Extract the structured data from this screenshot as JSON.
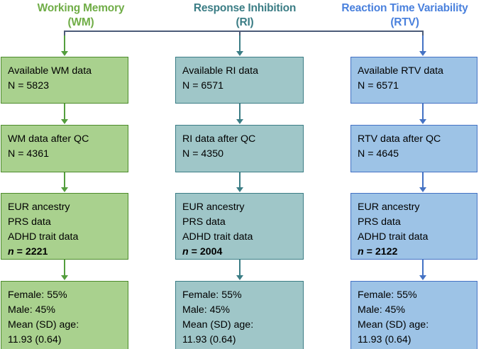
{
  "figure": {
    "type": "flowchart",
    "columns": [
      {
        "id": "wm",
        "title_line1": "Working Memory",
        "title_line2": "(WM)",
        "title_color": "#70AD47",
        "box_fill": "#A9D18E",
        "box_border": "#4C8B2B",
        "nodes": [
          {
            "name": "available-data",
            "lines": [
              "Available WM data",
              "N = 5823"
            ]
          },
          {
            "name": "data-after-qc",
            "lines": [
              "WM data after QC",
              "N = 4361"
            ]
          },
          {
            "name": "analysis-sample",
            "lines": [
              "EUR ancestry",
              "PRS data",
              "ADHD trait data"
            ],
            "emphasis_symbol": "n",
            "emphasis_value": " = 2221"
          },
          {
            "name": "demographics",
            "lines": [
              "Female: 55%",
              "Male: 45%",
              "Mean (SD) age:",
              "11.93 (0.64)"
            ]
          }
        ]
      },
      {
        "id": "ri",
        "title_line1": "Response Inhibition",
        "title_line2": "(RI)",
        "title_color": "#3B7D85",
        "box_fill": "#9FC6C8",
        "box_border": "#3B7D85",
        "nodes": [
          {
            "name": "available-data",
            "lines": [
              "Available RI data",
              "N = 6571"
            ]
          },
          {
            "name": "data-after-qc",
            "lines": [
              "RI data after QC",
              "N = 4350"
            ]
          },
          {
            "name": "analysis-sample",
            "lines": [
              "EUR ancestry",
              "PRS data",
              "ADHD trait data"
            ],
            "emphasis_symbol": "n",
            "emphasis_value": " = 2004"
          },
          {
            "name": "demographics",
            "lines": [
              "Female: 55%",
              "Male: 45%",
              "Mean (SD) age:",
              "11.93 (0.64)"
            ]
          }
        ]
      },
      {
        "id": "rtv",
        "title_line1": "Reaction Time Variability",
        "title_line2": "(RTV)",
        "title_color": "#4A81DD",
        "box_fill": "#9DC3E6",
        "box_border": "#4472C4",
        "nodes": [
          {
            "name": "available-data",
            "lines": [
              "Available RTV data",
              "N = 6571"
            ]
          },
          {
            "name": "data-after-qc",
            "lines": [
              "RTV data after QC",
              "N = 4645"
            ]
          },
          {
            "name": "analysis-sample",
            "lines": [
              "EUR ancestry",
              "PRS data",
              "ADHD trait data"
            ],
            "emphasis_symbol": "n",
            "emphasis_value": " = 2122"
          },
          {
            "name": "demographics",
            "lines": [
              "Female: 55%",
              "Male: 45%",
              "Mean (SD) age:",
              "11.93 (0.64)"
            ]
          }
        ]
      }
    ],
    "connector_color": "#4C5B78"
  }
}
